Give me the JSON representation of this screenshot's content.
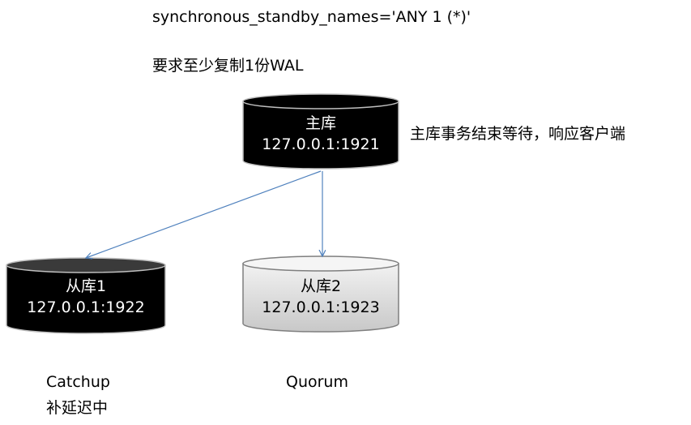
{
  "config_line": "synchronous_standby_names='ANY 1 (*)'",
  "requirement": "要求至少复制1份WAL",
  "primary": {
    "name": "主库",
    "address": "127.0.0.1:1921",
    "note": "主库事务结束等待，响应客户端",
    "fill": "#000000"
  },
  "standby1": {
    "name": "从库1",
    "address": "127.0.0.1:1922",
    "status": "Catchup",
    "status_note": "补延迟中",
    "fill": "#000000"
  },
  "standby2": {
    "name": "从库2",
    "address": "127.0.0.1:1923",
    "status": "Quorum",
    "fill": "#d9d9d9"
  },
  "arrow_color": "#4f81bd"
}
